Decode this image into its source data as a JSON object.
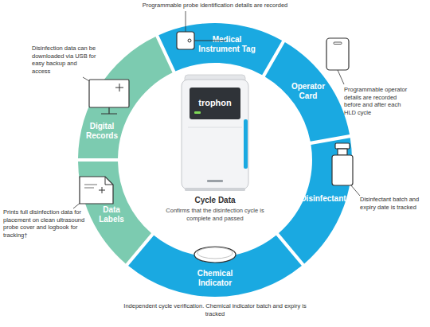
{
  "diagram": {
    "nodes": [
      {
        "text": [
          "Medical Instrument Tag"
        ]
      },
      {
        "text": [
          "Operator Card"
        ]
      },
      {
        "text": [
          "Disinfectant"
        ]
      },
      {
        "text": [
          "Chemical Indicator"
        ]
      },
      {
        "text": [
          "Data Labels"
        ]
      },
      {
        "text": [
          "Digital Records"
        ]
      },
      {
        "text": [
          "Cycle Data",
          "Confirms that the disinfection cycle is complete and passed"
        ]
      }
    ],
    "labels": [
      "Programmable probe identification details are recorded",
      "Programmable operator details are recorded before and after each HLD cycle",
      "Disinfectant batch and expiry date is tracked",
      "Independent cycle verification. Chemical indicator batch and expiry is tracked",
      "Prints full disinfection data for placement on clean ultrasound probe cover and logbook for tracking†",
      "Disinfection data can be downloaded via USB for easy backup and access",
      "trophon"
    ]
  }
}
